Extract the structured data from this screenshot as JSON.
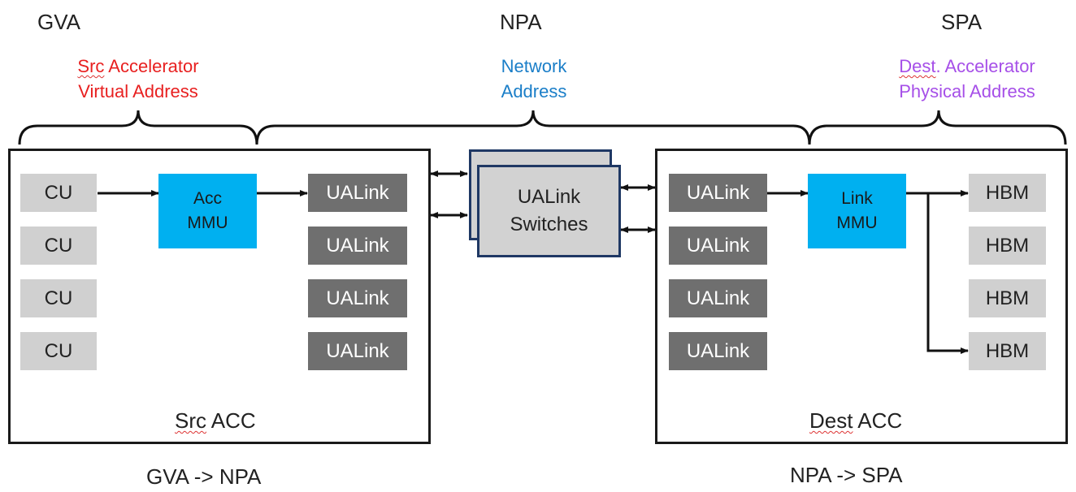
{
  "headers": {
    "left": "GVA",
    "center": "NPA",
    "right": "SPA"
  },
  "subtitles": {
    "left": {
      "line1_prefix": "Src",
      "line1_rest": " Accelerator",
      "line2": "Virtual Address",
      "color": "#e82020"
    },
    "center": {
      "line1": "Network",
      "line2": "Address",
      "color": "#1a7ec8"
    },
    "right": {
      "line1_prefix": "Dest",
      "line1_rest": ". Accelerator",
      "line2": "Physical Address",
      "color": "#a64fe8"
    }
  },
  "src_acc": {
    "label_prefix": "Src",
    "label_rest": " ACC",
    "cu": [
      "CU",
      "CU",
      "CU",
      "CU"
    ],
    "mmu": {
      "line1": "Acc",
      "line2": "MMU"
    },
    "ualink": [
      "UALink",
      "UALink",
      "UALink",
      "UALink"
    ]
  },
  "switch": {
    "line1": "UALink",
    "line2": "Switches"
  },
  "dest_acc": {
    "label_prefix": "Dest",
    "label_rest": " ACC",
    "ualink": [
      "UALink",
      "UALink",
      "UALink",
      "UALink"
    ],
    "mmu": {
      "line1": "Link",
      "line2": "MMU"
    },
    "hbm": [
      "HBM",
      "HBM",
      "HBM",
      "HBM"
    ]
  },
  "footers": {
    "left": "GVA -> NPA",
    "right": "NPA -> SPA"
  },
  "colors": {
    "cu": "#d0d0d0",
    "ualink": "#6f6f6f",
    "mmu": "#00b0f0",
    "switch_border": "#1f3864"
  }
}
